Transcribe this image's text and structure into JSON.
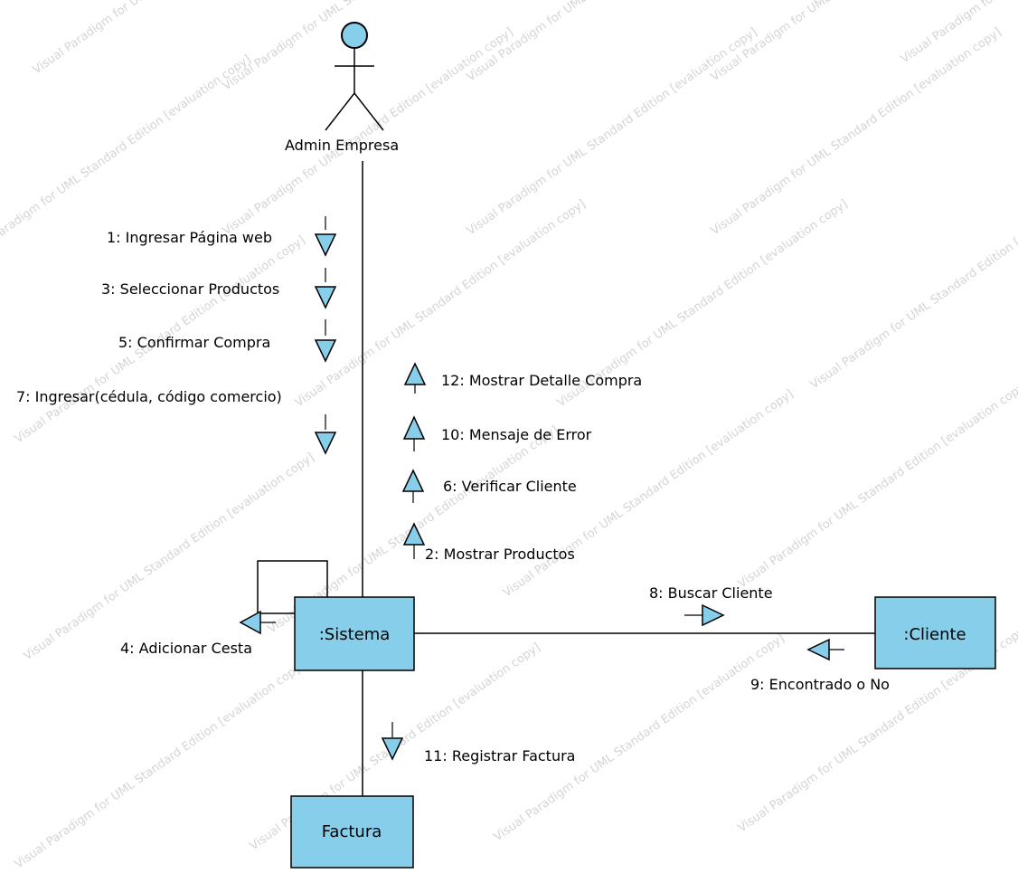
{
  "colors": {
    "node_fill": "#87ceeb",
    "stroke": "#000000",
    "background": "#ffffff",
    "watermark": "#9a9a9a"
  },
  "actor": {
    "label": "Admin Empresa",
    "icon": "stick-figure-icon"
  },
  "nodes": {
    "sistema": ":Sistema",
    "cliente": ":Cliente",
    "factura": "Factura"
  },
  "messages": {
    "m1": "1: Ingresar Página web",
    "m2": "2: Mostrar Productos",
    "m3": "3: Seleccionar Productos",
    "m4": "4: Adicionar Cesta",
    "m5": "5: Confirmar Compra",
    "m6": "6: Verificar Cliente",
    "m7": "7: Ingresar(cédula, código comercio)",
    "m8": "8: Buscar Cliente",
    "m9": "9: Encontrado o No",
    "m10": "10: Mensaje de Error",
    "m11": "11: Registrar Factura",
    "m12": "12: Mostrar Detalle Compra"
  },
  "watermark": {
    "text": "Visual Paradigm for UML Standard Edition [evaluation copy]"
  }
}
